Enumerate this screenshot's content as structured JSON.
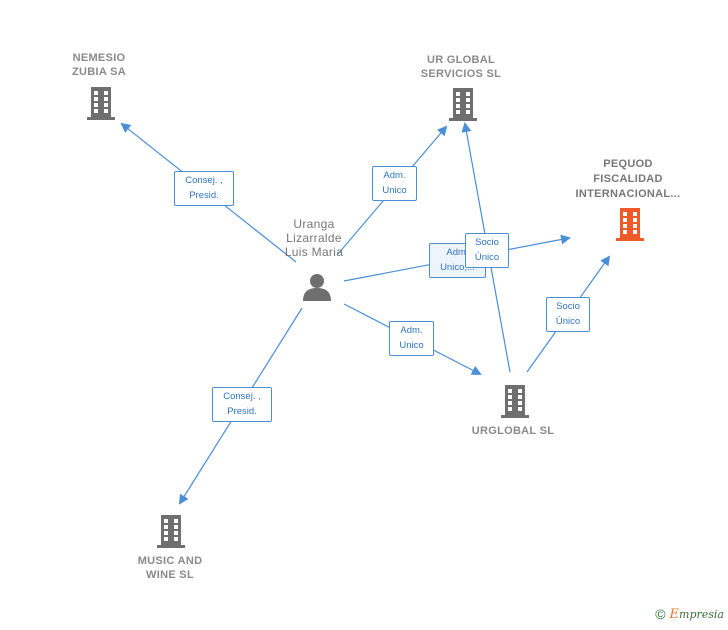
{
  "colors": {
    "edge": "#4a8fd6",
    "company_icon": "#6f6f6f",
    "focus_company_icon": "#f05a2a",
    "person_icon": "#6f6f6f"
  },
  "nodes": {
    "nemesio": {
      "lines": [
        "NEMESIO",
        "ZUBIA SA"
      ]
    },
    "urglobal_servicios": {
      "lines": [
        "UR GLOBAL",
        "SERVICIOS  SL"
      ]
    },
    "pequod": {
      "lines": [
        "PEQUOD",
        "FISCALIDAD",
        "INTERNACIONAL..."
      ]
    },
    "person": {
      "lines": [
        "Uranga",
        "Lizarralde",
        "Luis Maria"
      ]
    },
    "urglobal": {
      "lines": [
        "URGLOBAL SL"
      ]
    },
    "music": {
      "lines": [
        "MUSIC AND",
        "WINE  SL"
      ]
    }
  },
  "edges": {
    "person_nemesio": {
      "lines": [
        "Consej. ,",
        "Presid."
      ]
    },
    "person_urglobal_servicios": {
      "lines": [
        "Adm.",
        "Unico"
      ]
    },
    "person_pequod": {
      "lines": [
        "Adm.",
        "Unico,..."
      ]
    },
    "urglobal_urglobal_servicios": {
      "lines": [
        "Socio",
        "Único"
      ]
    },
    "person_urglobal": {
      "lines": [
        "Adm.",
        "Unico"
      ]
    },
    "urglobal_pequod": {
      "lines": [
        "Socio",
        "Único"
      ]
    },
    "person_music": {
      "lines": [
        "Consej. ,",
        "Presid."
      ]
    }
  },
  "footer": {
    "copyright": "©",
    "brand_first": "E",
    "brand_rest": "mpresia"
  }
}
